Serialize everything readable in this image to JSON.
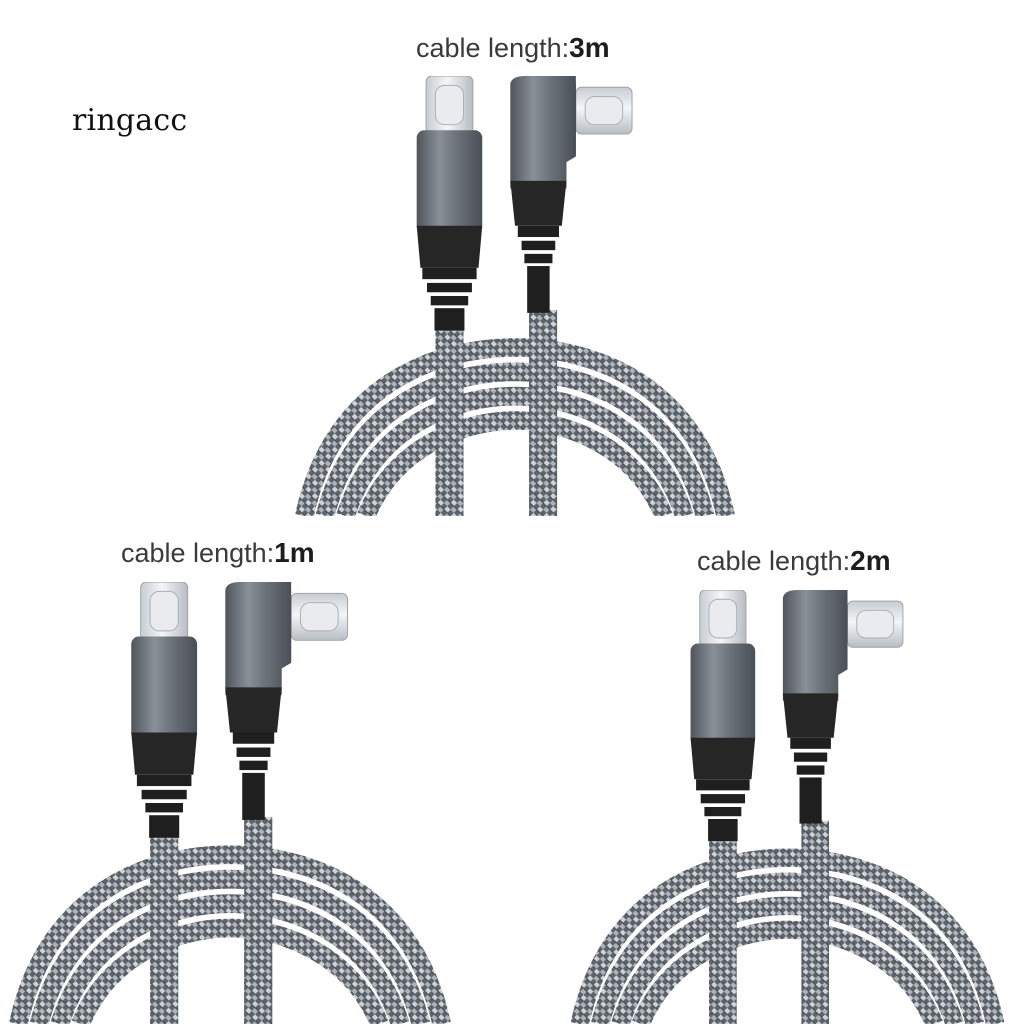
{
  "brand_watermark": "ringacc",
  "products": [
    {
      "label_prefix": "cable length:",
      "length": "3m",
      "connector_left": "usb-c-straight-connector",
      "connector_right": "usb-c-right-angle-connector",
      "cable_style": "braided-grey"
    },
    {
      "label_prefix": "cable length:",
      "length": "1m",
      "connector_left": "usb-c-straight-connector",
      "connector_right": "usb-c-right-angle-connector",
      "cable_style": "braided-grey"
    },
    {
      "label_prefix": "cable length:",
      "length": "2m",
      "connector_left": "usb-c-straight-connector",
      "connector_right": "usb-c-right-angle-connector",
      "cable_style": "braided-grey"
    }
  ],
  "colors": {
    "background": "#ffffff",
    "connector_metal": "#6b7078",
    "connector_tip": "#e4e6e9",
    "strain_relief": "#2a2a2a",
    "braid_dark": "#4a4f56",
    "braid_light": "#c9cdd2"
  }
}
